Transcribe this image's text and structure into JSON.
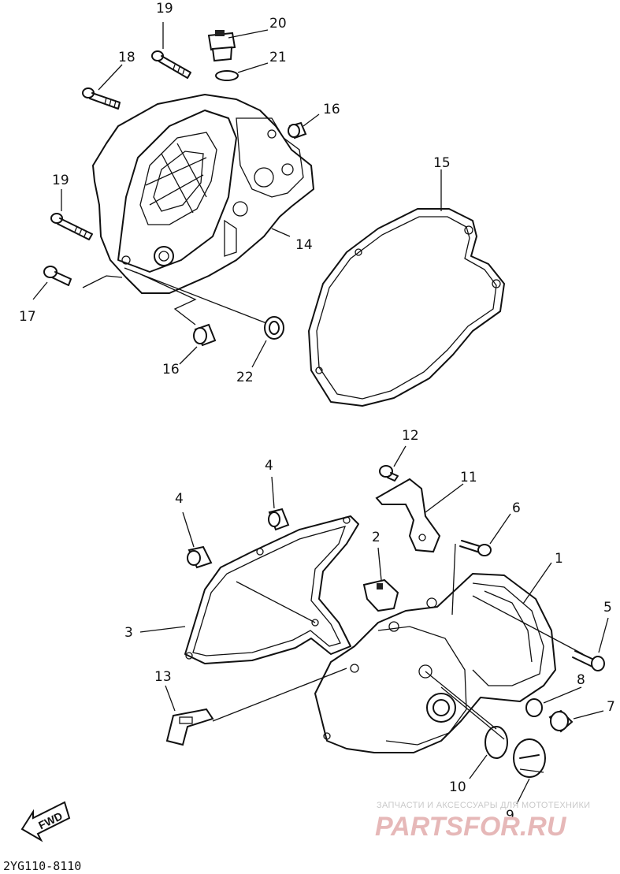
{
  "labels": {
    "p1": "1",
    "p2": "2",
    "p3": "3",
    "p4a": "4",
    "p4b": "4",
    "p5": "5",
    "p6": "6",
    "p7": "7",
    "p8": "8",
    "p9": "9",
    "p10": "10",
    "p11": "11",
    "p12": "12",
    "p13": "13",
    "p14": "14",
    "p15": "15",
    "p16a": "16",
    "p16b": "16",
    "p17": "17",
    "p18": "18",
    "p19a": "19",
    "p19b": "19",
    "p20": "20",
    "p21": "21",
    "p22": "22"
  },
  "fwd_arrow": "FWD",
  "diagram_code": "2YG110-8110",
  "watermark": {
    "caption": "ЗАПЧАСТИ И АКСЕССУАРЫ ДЛЯ МОТОТЕХНИКИ",
    "brand": "PARTSFOR.RU"
  }
}
